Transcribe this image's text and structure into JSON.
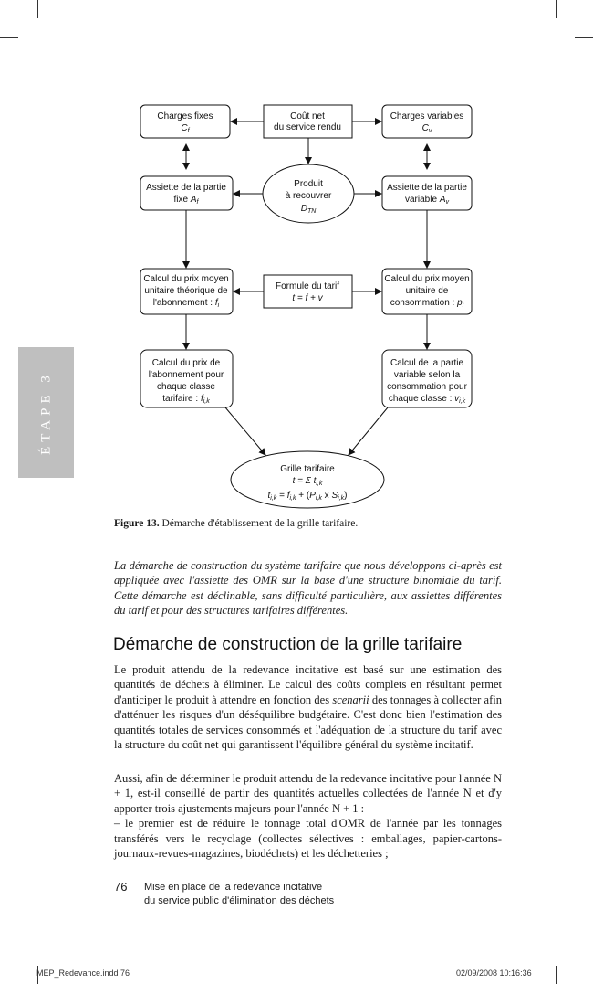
{
  "side_tab": {
    "label": "ÉTAPE 3",
    "color": "#bfbfbf"
  },
  "diagram": {
    "cout_net": [
      "Coût net",
      "du service rendu"
    ],
    "charges_fixes": [
      "Charges fixes",
      "C",
      "f"
    ],
    "charges_variables": [
      "Charges variables",
      "C",
      "v"
    ],
    "produit": [
      "Produit",
      "à recouvrer",
      "D",
      "TN"
    ],
    "assiette_fixe": [
      "Assiette de la partie",
      "fixe ",
      "A",
      "f"
    ],
    "assiette_variable": [
      "Assiette de la partie",
      "variable ",
      "A",
      "v"
    ],
    "calcul_prix_abonnement": [
      "Calcul du prix moyen",
      "unitaire théorique de",
      "l'abonnement : ",
      "f",
      "i"
    ],
    "formule": [
      "Formule du tarif",
      "t = f + v"
    ],
    "calcul_prix_consommation": [
      "Calcul du prix moyen",
      "unitaire de",
      "consommation : ",
      "p",
      "i"
    ],
    "calcul_abonnement_classe": [
      "Calcul du prix de",
      "l'abonnement pour",
      "chaque classe",
      "tarifaire : ",
      "f",
      "i,k"
    ],
    "calcul_variable_classe": [
      "Calcul de la partie",
      "variable selon la",
      "consommation pour",
      "chaque classe : ",
      "v",
      "i,k"
    ],
    "grille": [
      "Grille tarifaire",
      "t = Σ t",
      "i,k",
      "t",
      "i,k",
      " = ",
      "f",
      "i,k",
      " + (",
      "P",
      "i,k",
      " x ",
      "S",
      "i,k",
      ")"
    ]
  },
  "caption": {
    "label": "Figure 13.",
    "text": " Démarche d'établissement de la grille tarifaire."
  },
  "intro": "La démarche de construction du système tarifaire que nous développons ci-après est appliquée avec l'assiette des OMR sur la base d'une structure binomiale du tarif. Cette démarche est déclinable, sans difficulté particulière, aux assiettes différentes du tarif et pour des structures tarifaires différentes.",
  "section_title": "Démarche de construction de la grille tarifaire",
  "paragraph1": {
    "before": "Le produit attendu de la redevance incitative est basé sur une estimation des quantités de déchets à éliminer. Le calcul des coûts complets en résultant permet d'anticiper le produit à attendre en fonction des ",
    "italic": "scenarii",
    "after": " des tonnages à collecter afin d'atténuer les risques d'un déséquilibre budgétaire. C'est donc bien l'estimation des quantités totales de services consommés et l'adéquation de la structure du tarif avec la structure du coût net qui garantissent l'équilibre général du système incitatif."
  },
  "paragraph2": {
    "line1": "Aussi, afin de déterminer le produit attendu de la redevance incitative pour l'année N + 1, est-il conseillé de partir des quantités actuelles collectées de l'année N et d'y apporter trois ajustements majeurs pour l'année N + 1 :",
    "line2": "– le premier est de réduire le tonnage total d'OMR de l'année par les tonnages transférés vers le recyclage (collectes sélectives : emballages, papier-cartons-journaux-revues-magazines, biodéchets) et les déchetteries ;"
  },
  "footer": {
    "page_number": "76",
    "running_title_1": "Mise en place de la redevance incitative",
    "running_title_2": "du service public d'élimination des déchets"
  },
  "slug": {
    "file": "MEP_Redevance.indd   76",
    "date": "02/09/2008   10:16:36"
  }
}
